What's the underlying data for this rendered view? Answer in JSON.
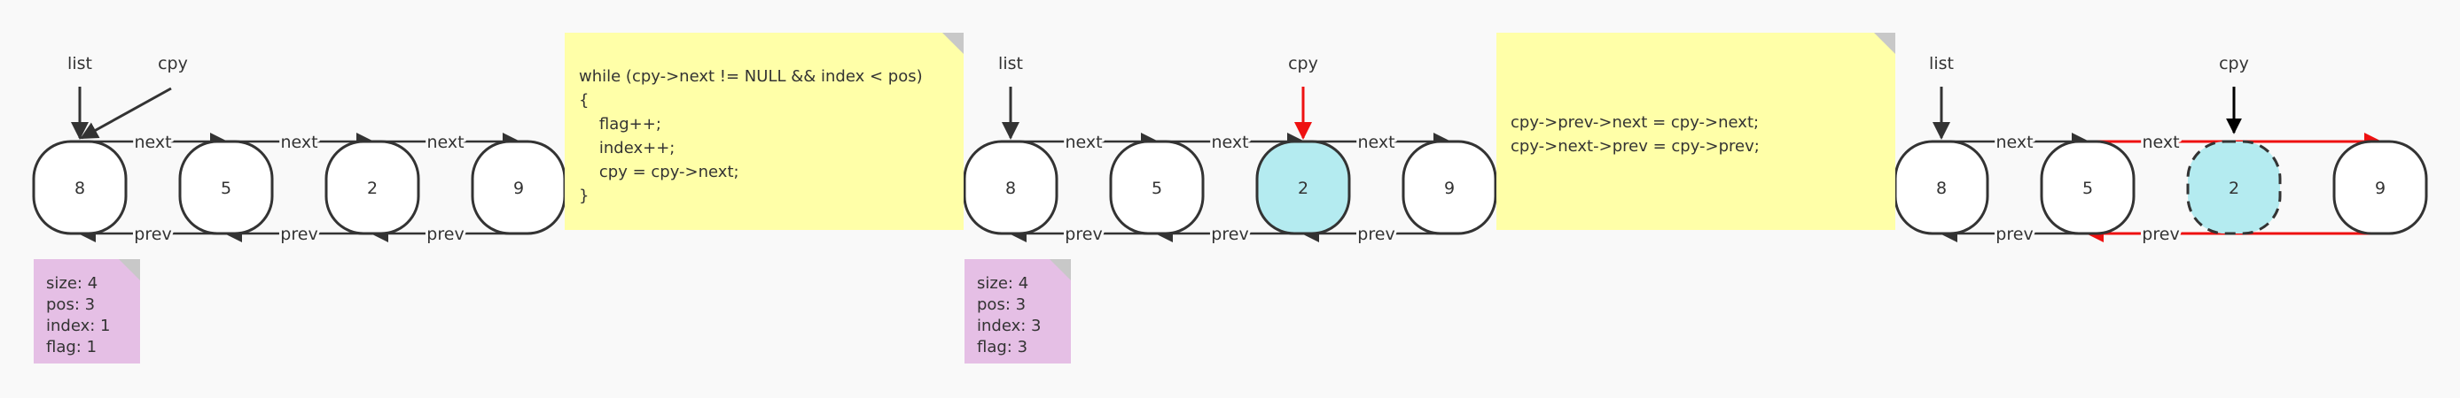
{
  "panels": [
    {
      "pointers": {
        "list": "list",
        "cpy": "cpy"
      },
      "nodes": [
        {
          "value": "8",
          "highlight": false,
          "removed": false
        },
        {
          "value": "5",
          "highlight": false,
          "removed": false
        },
        {
          "value": "2",
          "highlight": false,
          "removed": false
        },
        {
          "value": "9",
          "highlight": false,
          "removed": false
        }
      ],
      "next_labels": [
        "next",
        "next",
        "next"
      ],
      "prev_labels": [
        "prev",
        "prev",
        "prev"
      ],
      "cpy_target_node": 0,
      "state_note": [
        "size: 4",
        "pos: 3",
        "index: 1",
        "flag: 1"
      ]
    },
    {
      "pointers": {
        "list": "list",
        "cpy": "cpy"
      },
      "nodes": [
        {
          "value": "8",
          "highlight": false,
          "removed": false
        },
        {
          "value": "5",
          "highlight": false,
          "removed": false
        },
        {
          "value": "2",
          "highlight": true,
          "removed": false
        },
        {
          "value": "9",
          "highlight": false,
          "removed": false
        }
      ],
      "next_labels": [
        "next",
        "next",
        "next"
      ],
      "prev_labels": [
        "prev",
        "prev",
        "prev"
      ],
      "cpy_target_node": 2,
      "state_note": [
        "size: 4",
        "pos: 3",
        "index: 3",
        "flag: 3"
      ]
    },
    {
      "pointers": {
        "list": "list",
        "cpy": "cpy"
      },
      "nodes": [
        {
          "value": "8",
          "highlight": false,
          "removed": false
        },
        {
          "value": "5",
          "highlight": false,
          "removed": false
        },
        {
          "value": "2",
          "highlight": true,
          "removed": true
        },
        {
          "value": "9",
          "highlight": false,
          "removed": false
        }
      ],
      "next_labels": [
        "next",
        "next"
      ],
      "prev_labels": [
        "prev",
        "prev"
      ],
      "cpy_target_node": 2,
      "state_note": []
    }
  ],
  "code_notes": [
    [
      "while (cpy->next != NULL && index < pos)",
      "{",
      "    flag++;",
      "    index++;",
      "    cpy = cpy->next;",
      "}"
    ],
    [
      "cpy->prev->next = cpy->next;",
      "cpy->next->prev = cpy->prev;"
    ]
  ],
  "colors": {
    "background": "#f9f9f9",
    "node_fill": "#ffffff",
    "highlight_fill": "#b4ebf0",
    "stroke": "#333333",
    "cpy_arrow_active": "#ee1111",
    "relink_arrow": "#ee1111",
    "code_note": "#ffffa8",
    "state_note": "#e5bfe5",
    "note_fold": "#c8c8c8"
  }
}
